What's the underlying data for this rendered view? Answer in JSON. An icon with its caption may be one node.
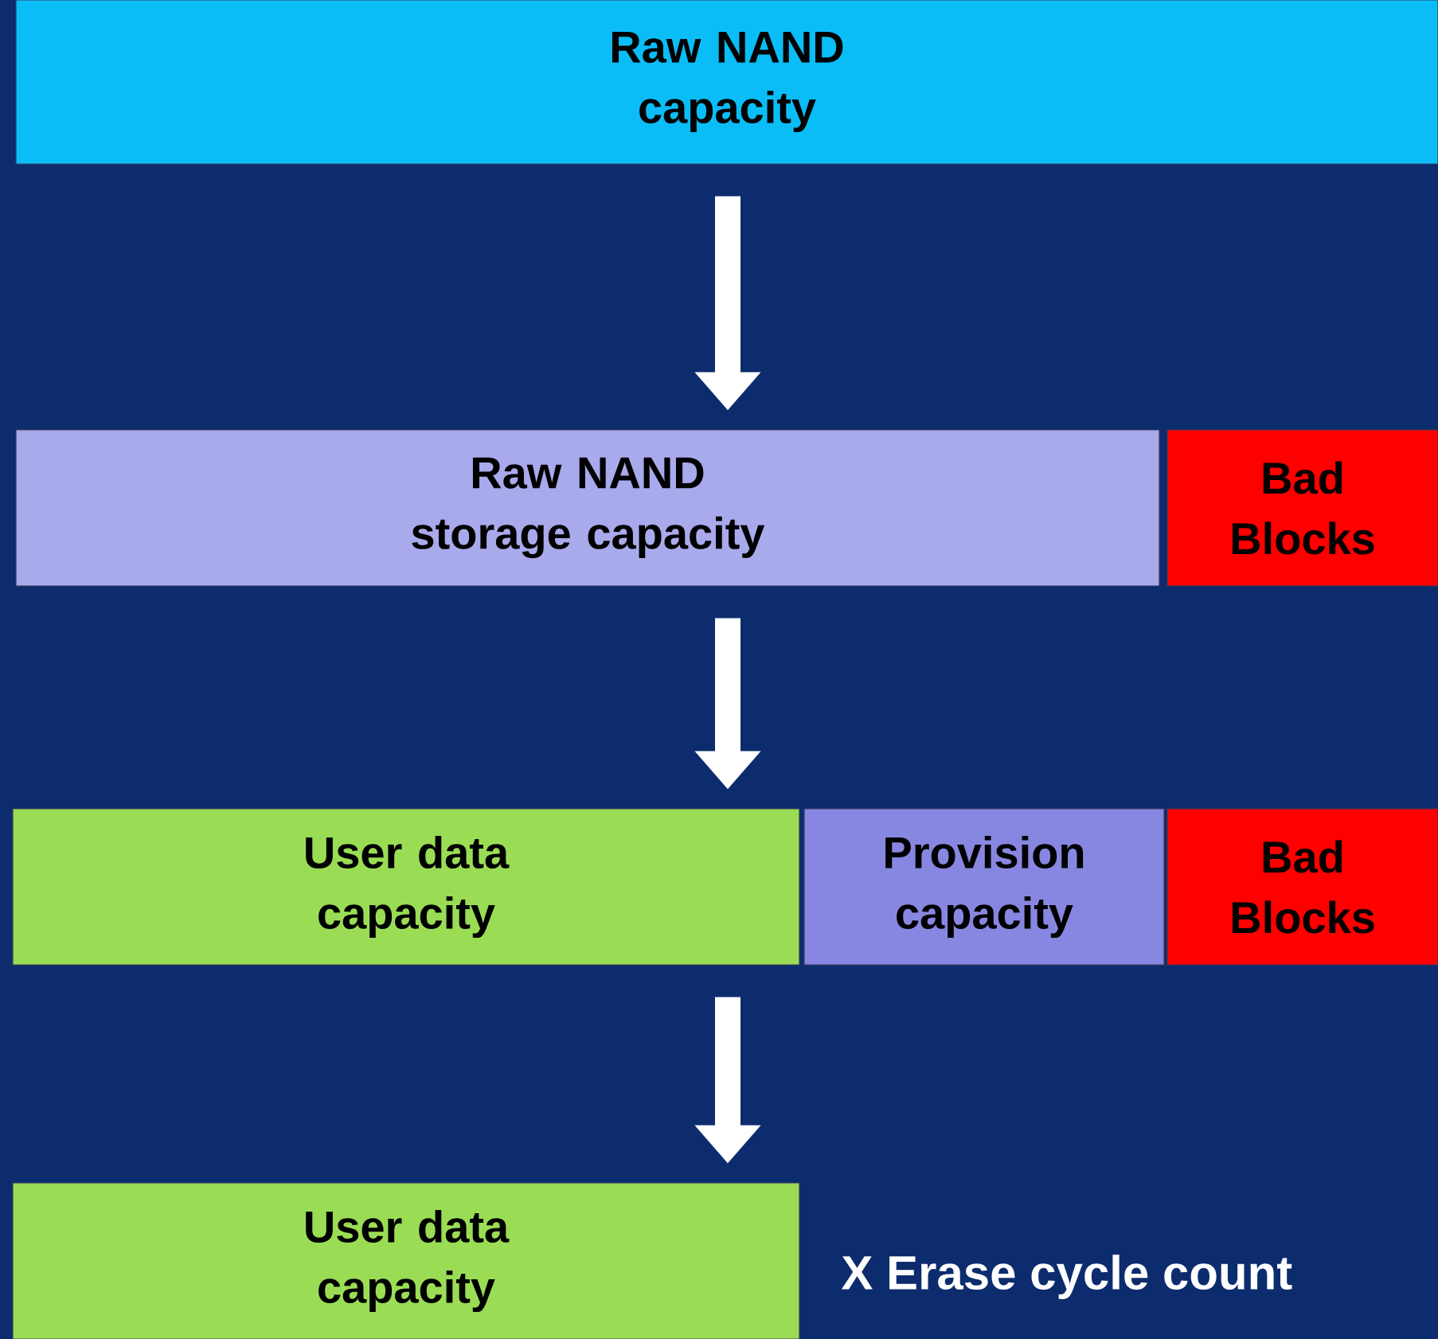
{
  "diagram": {
    "nodes": [
      {
        "text": [
          "Raw NAND capacity"
        ]
      },
      {
        "text": [
          "Raw NAND storage capacity"
        ]
      },
      {
        "text": [
          "Bad Blocks"
        ]
      },
      {
        "text": [
          "User data capacity"
        ]
      },
      {
        "text": [
          "Provision capacity"
        ]
      },
      {
        "text": [
          "Bad Blocks"
        ]
      },
      {
        "text": [
          "User data capacity"
        ]
      }
    ],
    "edges": [
      {
        "from": 0,
        "to": 1,
        "arrow": "to"
      },
      {
        "from": 1,
        "to": 3,
        "arrow": "to"
      },
      {
        "from": 3,
        "to": 6,
        "arrow": "to"
      }
    ],
    "labels": [
      "X  Erase cycle count"
    ]
  }
}
